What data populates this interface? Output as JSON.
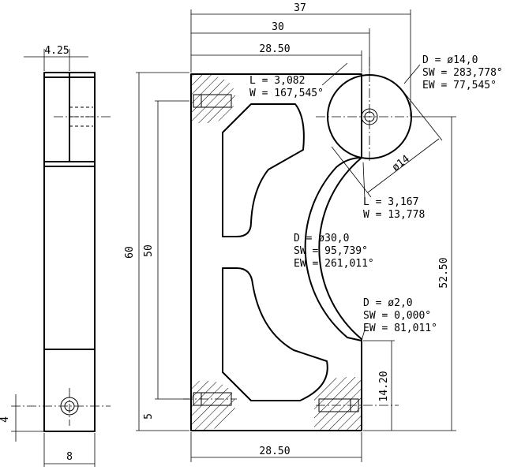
{
  "dimensions": {
    "width_37": "37",
    "width_30": "30",
    "width_28_50_top": "28.50",
    "width_28_50_bottom": "28.50",
    "height_60": "60",
    "height_50": "50",
    "height_5": "5",
    "height_52_50": "52.50",
    "height_14_20": "14.20",
    "side_4_25": "4.25",
    "side_4": "4",
    "side_8": "8",
    "diam_14": "ø14"
  },
  "annotations": {
    "line1": {
      "l": "L  =    3,082",
      "w": "W = 167,545°"
    },
    "arc_small": {
      "d": "D  = ø14,0",
      "sw": "SW = 283,778°",
      "ew": "EW =  77,545°"
    },
    "line2": {
      "l": "L  =  3,167",
      "w": "W = 13,778"
    },
    "arc_large": {
      "d": "D  = ø30,0",
      "sw": "SW =  95,739°",
      "ew": "EW = 261,011°"
    },
    "arc_tiny": {
      "d": "D  = ø2,0",
      "sw": "SW =  0,000°",
      "ew": "EW = 81,011°"
    }
  }
}
